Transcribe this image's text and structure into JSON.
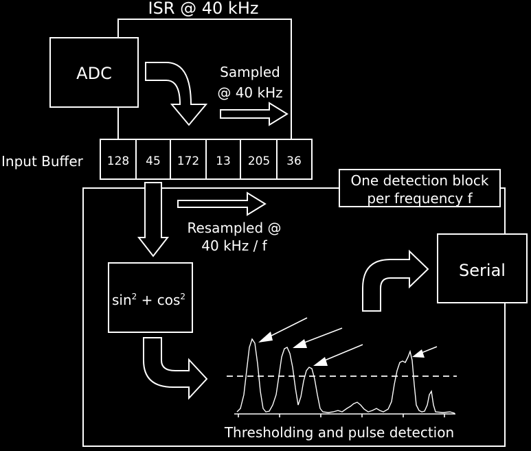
{
  "isr": {
    "label": "ISR @ 40 kHz"
  },
  "adc": {
    "label": "ADC"
  },
  "sampled": {
    "line1": "Sampled",
    "line2": "@ 40 kHz"
  },
  "input_buffer": {
    "label": "Input Buffer",
    "values": [
      "128",
      "45",
      "172",
      "13",
      "205",
      "36"
    ]
  },
  "detection": {
    "line1": "One detection block",
    "line2": "per frequency f"
  },
  "resampled": {
    "line1": "Resampled @",
    "line2": "40 kHz / f"
  },
  "sincos": {
    "sin": "sin",
    "plus": " + cos",
    "exp": "2"
  },
  "serial": {
    "label": "Serial"
  },
  "threshold": {
    "label": "Thresholding and pulse detection"
  }
}
